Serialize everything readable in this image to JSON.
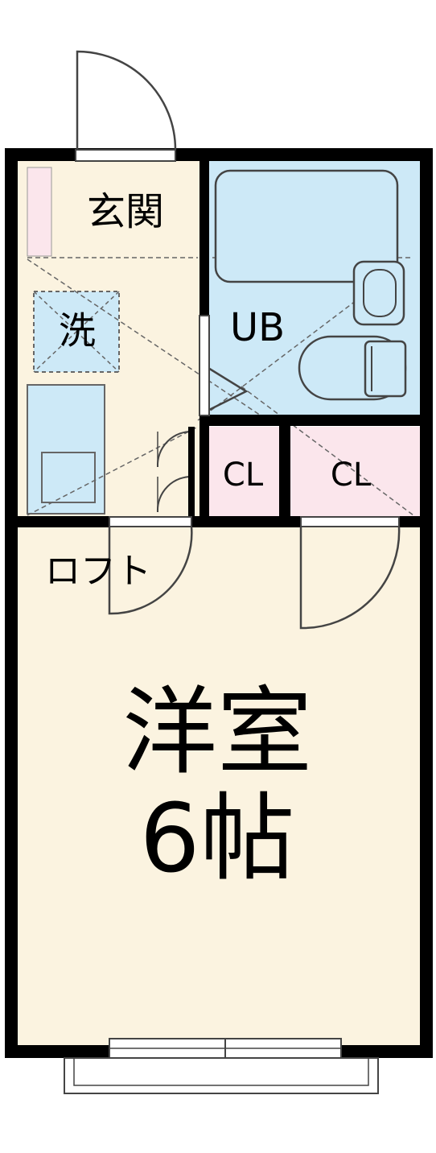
{
  "rooms": {
    "entrance": "玄関",
    "washer": "洗",
    "bath": "UB",
    "closet_left": "CL",
    "closet_right": "CL",
    "loft": "ロフト",
    "main_room_name": "洋室",
    "main_room_size": "6帖"
  },
  "colors": {
    "wall": "#000000",
    "floor": "#FBF3E0",
    "bath": "#CDE9F7",
    "closet": "#FBE6EC",
    "fixture_blue": "#CDE9F7"
  }
}
